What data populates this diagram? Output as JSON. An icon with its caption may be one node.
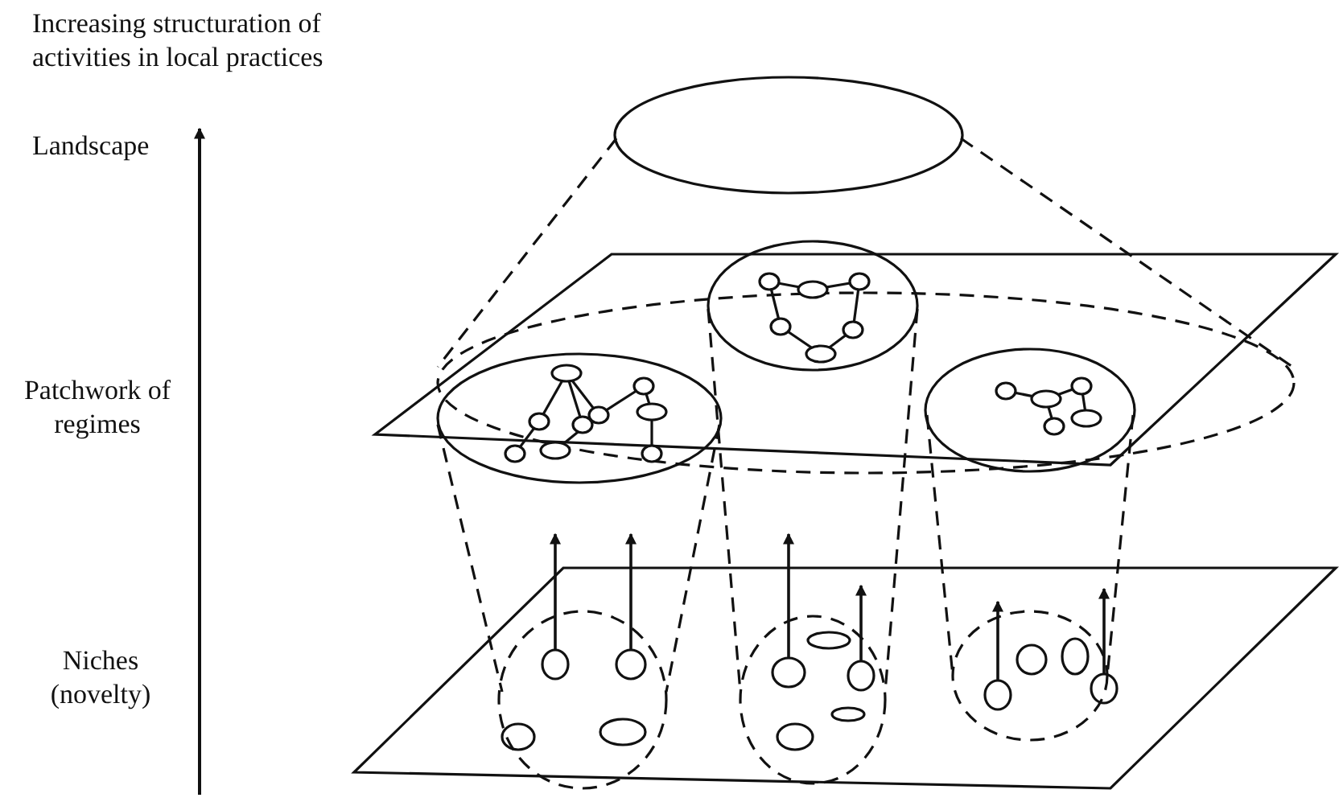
{
  "diagram": {
    "labels": [
      "Increasing structuration of activities in local practices",
      "Landscape",
      "Patchwork of regimes",
      "Niches (novelty)"
    ]
  }
}
